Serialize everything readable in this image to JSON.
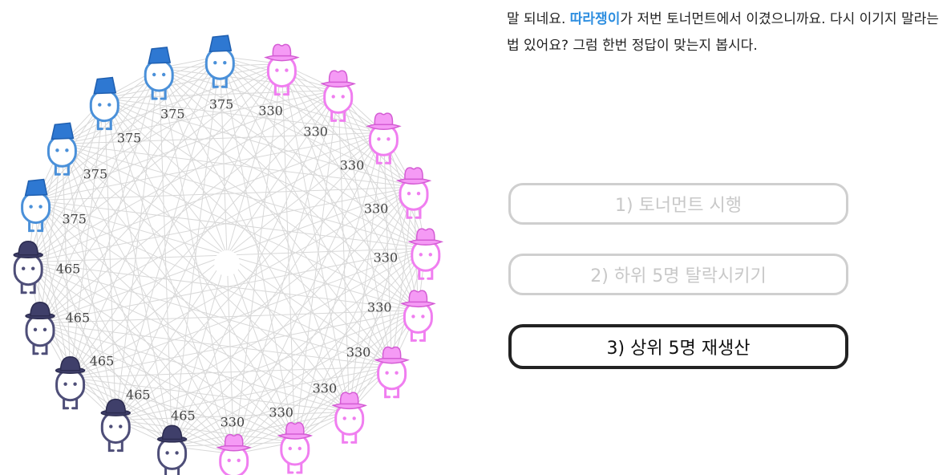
{
  "narration": {
    "before_highlight": "말 되네요. ",
    "highlight": "따라쟁이",
    "after_highlight": "가 저번 토너먼트에서 이겼으니까요. 다시 이기지 말라는 법 있어요? 그럼 한번 정답이 맞는지 봅시다.",
    "highlight_color": "#2f8fe0"
  },
  "steps": [
    {
      "label": "1) 토너먼트 시행",
      "state": "inactive"
    },
    {
      "label": "2) 하위 5명 탈락시키기",
      "state": "inactive"
    },
    {
      "label": "3) 상위 5명 재생산",
      "state": "active"
    }
  ],
  "colors": {
    "copycat_blue": "#4a90d9",
    "copycat_hat": "#2e78d2",
    "tft_navy": "#4e4e78",
    "tft_hat": "#3f3f6a",
    "copykitten_pink": "#f07ef0",
    "copykitten_hat": "#f59af5",
    "edge_gray": "#d8d8d8"
  },
  "tournament": {
    "players": [
      {
        "type": "copykitten",
        "score": "330",
        "hat": "cowboy-hat"
      },
      {
        "type": "copykitten",
        "score": "330",
        "hat": "cowboy-hat"
      },
      {
        "type": "copykitten",
        "score": "330",
        "hat": "cowboy-hat"
      },
      {
        "type": "copykitten",
        "score": "330",
        "hat": "cowboy-hat"
      },
      {
        "type": "copykitten",
        "score": "330",
        "hat": "cowboy-hat"
      },
      {
        "type": "copykitten",
        "score": "330",
        "hat": "cowboy-hat"
      },
      {
        "type": "copykitten",
        "score": "330",
        "hat": "cowboy-hat"
      },
      {
        "type": "copykitten",
        "score": "330",
        "hat": "cowboy-hat"
      },
      {
        "type": "copykitten",
        "score": "330",
        "hat": "cowboy-hat"
      },
      {
        "type": "copykitten",
        "score": "330",
        "hat": "cowboy-hat"
      },
      {
        "type": "tit-for-tat",
        "score": "465",
        "hat": "bowler-hat"
      },
      {
        "type": "tit-for-tat",
        "score": "465",
        "hat": "bowler-hat"
      },
      {
        "type": "tit-for-tat",
        "score": "465",
        "hat": "bowler-hat"
      },
      {
        "type": "tit-for-tat",
        "score": "465",
        "hat": "bowler-hat"
      },
      {
        "type": "tit-for-tat",
        "score": "465",
        "hat": "bowler-hat"
      },
      {
        "type": "copycat",
        "score": "375",
        "hat": "bucket-hat"
      },
      {
        "type": "copycat",
        "score": "375",
        "hat": "bucket-hat"
      },
      {
        "type": "copycat",
        "score": "375",
        "hat": "bucket-hat"
      },
      {
        "type": "copycat",
        "score": "375",
        "hat": "bucket-hat"
      },
      {
        "type": "copycat",
        "score": "375",
        "hat": "bucket-hat"
      }
    ]
  }
}
